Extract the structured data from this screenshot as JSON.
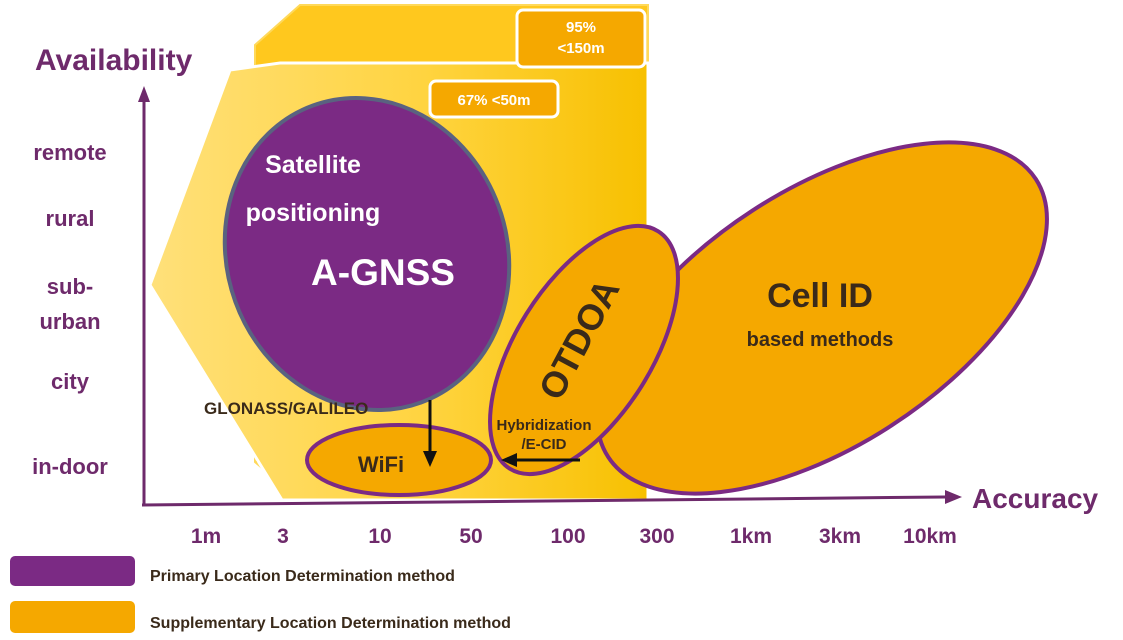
{
  "axes": {
    "y_title": "Availability",
    "x_title": "Accuracy",
    "y_ticks": [
      "remote",
      "rural",
      "sub-",
      "urban",
      "city",
      "in-door"
    ],
    "x_ticks": [
      "1m",
      "3",
      "10",
      "50",
      "100",
      "300",
      "1km",
      "3km",
      "10km"
    ]
  },
  "badges": {
    "outer_line1": "95%",
    "outer_line2": "<150m",
    "inner": "67% <50m"
  },
  "shapes": {
    "agnss_line1": "Satellite",
    "agnss_line2": "positioning",
    "agnss_main": "A-GNSS",
    "glonass": "GLONASS/GALILEO",
    "wifi": "WiFi",
    "otdoa": "OTDOA",
    "hybrid_line1": "Hybridization",
    "hybrid_line2": "/E-CID",
    "cellid_main": "Cell ID",
    "cellid_sub": "based methods"
  },
  "legend": {
    "primary": "Primary Location Determination method",
    "supplementary": "Supplementary Location Determination method"
  },
  "colors": {
    "purple": "#7B2A84",
    "orange": "#F5A800",
    "yellow": "#FFC81E",
    "axis": "#6E2A6B"
  }
}
